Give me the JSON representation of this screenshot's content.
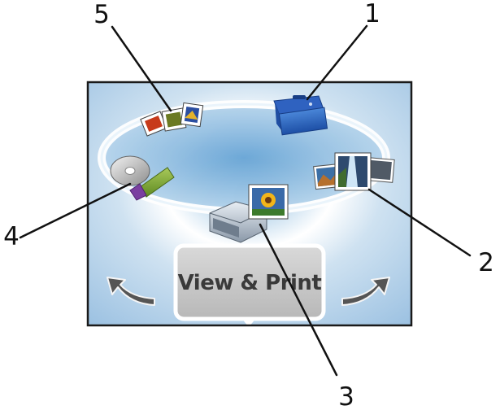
{
  "screen": {
    "selected_label": "View & Print",
    "nav": {
      "left_icon": "arrow-left-icon",
      "right_icon": "arrow-right-icon"
    }
  },
  "menu_icons": [
    {
      "id": "toolbox",
      "icon": "toolbox-icon"
    },
    {
      "id": "slideshow",
      "icon": "photo-stack-icon"
    },
    {
      "id": "view-print",
      "icon": "printer-photo-icon"
    },
    {
      "id": "storage",
      "icon": "disc-usb-icon"
    },
    {
      "id": "photos",
      "icon": "photo-prints-icon"
    }
  ],
  "callouts": [
    "1",
    "2",
    "3",
    "4",
    "5"
  ],
  "colors": {
    "frame": "#1a1a1a",
    "panel_bg": "#aecbe4",
    "ring": "#ffffff",
    "label_box": "#c9c9c9",
    "arrow": "#555555"
  }
}
